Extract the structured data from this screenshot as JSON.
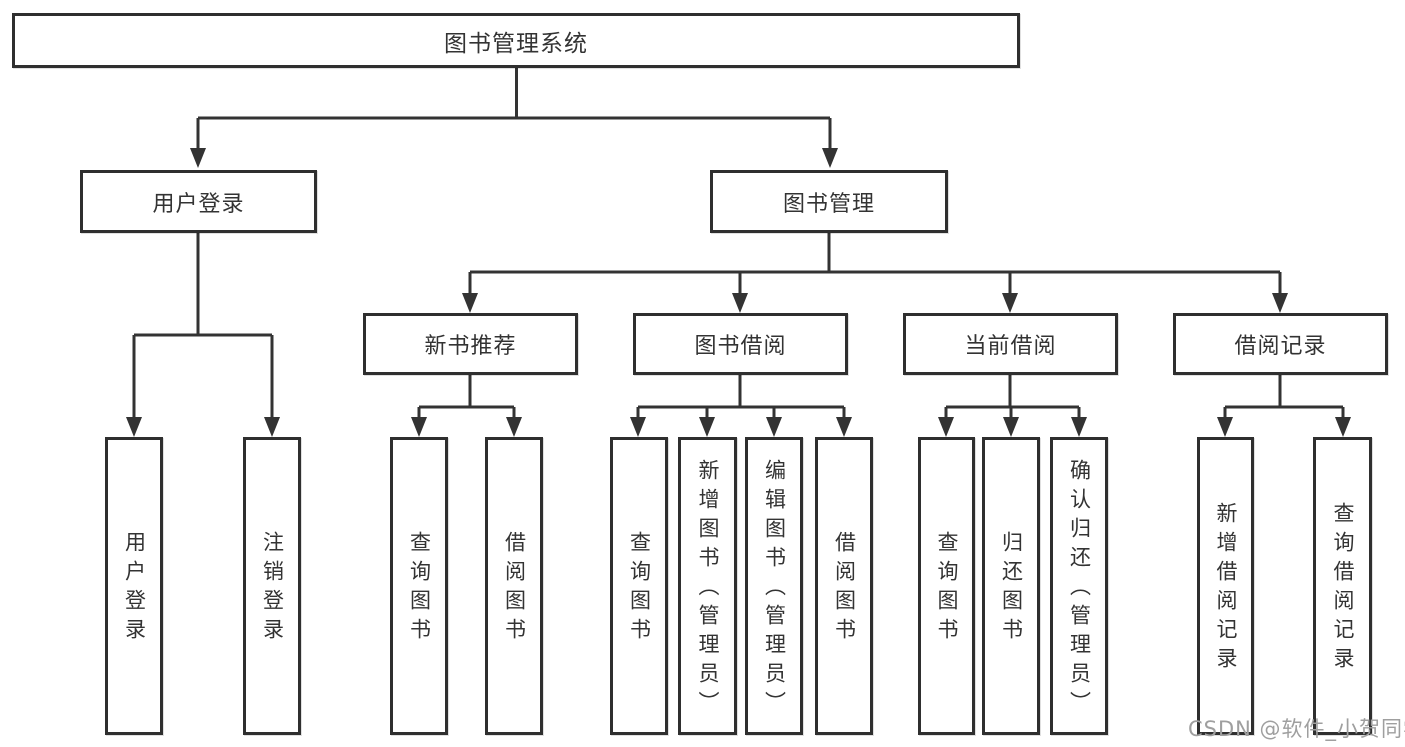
{
  "diagram_title": "图书管理系统",
  "tree": {
    "root": {
      "label": "图书管理系统"
    },
    "level2": [
      {
        "label": "用户登录"
      },
      {
        "label": "图书管理"
      }
    ],
    "level3": [
      {
        "label": "新书推荐",
        "parent": "图书管理"
      },
      {
        "label": "图书借阅",
        "parent": "图书管理"
      },
      {
        "label": "当前借阅",
        "parent": "图书管理"
      },
      {
        "label": "借阅记录",
        "parent": "图书管理"
      }
    ],
    "leaves": [
      {
        "label": "用户登录",
        "parent": "用户登录"
      },
      {
        "label": "注销登录",
        "parent": "用户登录"
      },
      {
        "label": "查询图书",
        "parent": "新书推荐"
      },
      {
        "label": "借阅图书",
        "parent": "新书推荐"
      },
      {
        "label": "查询图书",
        "parent": "图书借阅"
      },
      {
        "label": "新增图书（管理员）",
        "parent": "图书借阅"
      },
      {
        "label": "编辑图书（管理员）",
        "parent": "图书借阅"
      },
      {
        "label": "借阅图书",
        "parent": "图书借阅"
      },
      {
        "label": "查询图书",
        "parent": "当前借阅"
      },
      {
        "label": "归还图书",
        "parent": "当前借阅"
      },
      {
        "label": "确认归还（管理员）",
        "parent": "当前借阅"
      },
      {
        "label": "新增借阅记录",
        "parent": "借阅记录"
      },
      {
        "label": "查询借阅记录",
        "parent": "借阅记录"
      }
    ]
  },
  "watermark": {
    "text": "CSDN @软件_小贺同学"
  },
  "colors": {
    "line": "#333333",
    "box_border": "#2f2f2f",
    "box_fill": "#ffffff",
    "text": "#333333",
    "watermark": "#9f9f9f"
  }
}
